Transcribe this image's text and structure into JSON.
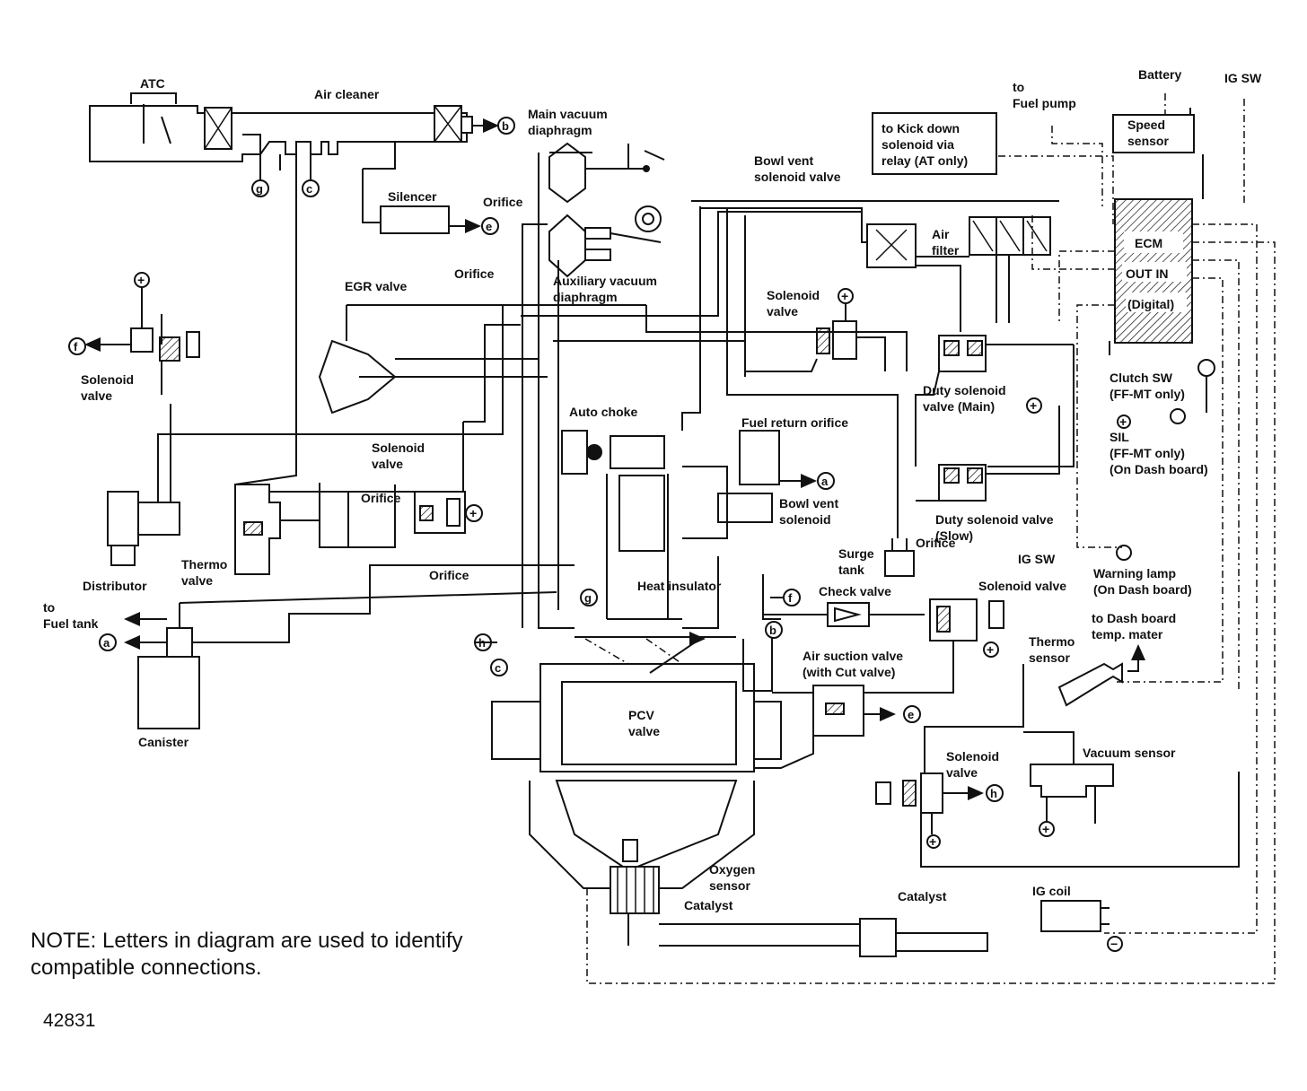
{
  "labels": {
    "atc": "ATC",
    "air_cleaner": "Air cleaner",
    "main_vacuum_diaphragm": "Main vacuum\ndiaphragm",
    "silencer": "Silencer",
    "orifice_top": "Orifice",
    "orifice_mid": "Orifice",
    "auxiliary_vacuum_diaphragm": "Auxiliary vacuum\ndiaphragm",
    "egr_valve": "EGR valve",
    "solenoid_valve_left": "Solenoid\nvalve",
    "distributor": "Distributor",
    "thermo_valve": "Thermo\nvalve",
    "solenoid_valve_center": "Solenoid\nvalve",
    "orifice_center": "Orifice",
    "orifice_line": "Orifice",
    "to_fuel_tank": "to\nFuel tank",
    "canister": "Canister",
    "auto_choke": "Auto choke",
    "fuel_return_orifice": "Fuel return orifice",
    "bowl_vent_solenoid": "Bowl vent\nsolenoid",
    "heat_insulator": "Heat insulator",
    "pcv_valve": "PCV\nvalve",
    "oxygen_sensor": "Oxygen\nsensor",
    "catalyst_front": "Catalyst",
    "catalyst_rear": "Catalyst",
    "bowl_vent_solenoid_valve": "Bowl vent\nsolenoid valve",
    "air_filter": "Air\nfilter",
    "solenoid_valve_upper": "Solenoid\nvalve",
    "kick_down_box": "to Kick down\nsolenoid via\nrelay (AT only)",
    "to_fuel_pump": "to\nFuel pump",
    "battery": "Battery",
    "ig_sw_top": "IG SW",
    "speed_sensor": "Speed\nsensor",
    "ecm_title": "ECM",
    "ecm_out_in": "OUT IN",
    "ecm_digital": "(Digital)",
    "clutch_sw": "Clutch SW\n(FF-MT only)",
    "duty_solenoid_main": "Duty solenoid\nvalve (Main)",
    "sil": "SIL\n(FF-MT only)\n(On Dash board)",
    "duty_solenoid_slow": "Duty solenoid valve\n(Slow)",
    "surge_tank": "Surge\ntank",
    "orifice_right": "Orifice",
    "ig_sw_mid": "IG SW",
    "warning_lamp": "Warning lamp\n(On Dash board)",
    "check_valve": "Check valve",
    "solenoid_valve_right": "Solenoid valve",
    "to_dash_board": "to Dash board\ntemp. mater",
    "thermo_sensor": "Thermo\nsensor",
    "air_suction_valve": "Air suction valve\n(with Cut valve)",
    "solenoid_valve_lower": "Solenoid\nvalve",
    "vacuum_sensor": "Vacuum sensor",
    "ig_coil": "IG coil"
  },
  "connectors": {
    "a": "a",
    "b": "b",
    "c": "c",
    "e": "e",
    "f": "f",
    "g": "g",
    "h": "h"
  },
  "symbols": {
    "plus": "+",
    "minus": "−"
  },
  "note": "NOTE: Letters in diagram are used to identify\ncompatible connections.",
  "figure_id": "42831"
}
